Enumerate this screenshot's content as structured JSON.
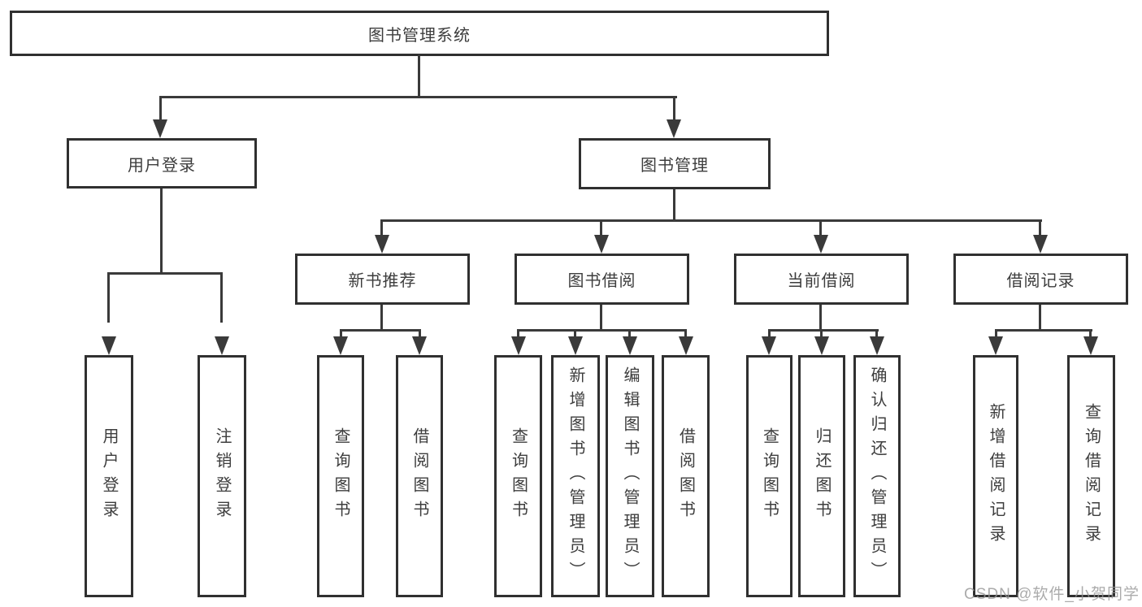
{
  "tree": {
    "root": {
      "label": "图书管理系统"
    },
    "branches": [
      {
        "label": "用户登录",
        "children": [
          {
            "label": "用户登录"
          },
          {
            "label": "注销登录"
          }
        ]
      },
      {
        "label": "图书管理",
        "children": [
          {
            "label": "新书推荐",
            "children": [
              {
                "label": "查询图书"
              },
              {
                "label": "借阅图书"
              }
            ]
          },
          {
            "label": "图书借阅",
            "children": [
              {
                "label": "查询图书"
              },
              {
                "label": "新增图书（管理员）"
              },
              {
                "label": "编辑图书（管理员）"
              },
              {
                "label": "借阅图书"
              }
            ]
          },
          {
            "label": "当前借阅",
            "children": [
              {
                "label": "查询图书"
              },
              {
                "label": "归还图书"
              },
              {
                "label": "确认归还（管理员）"
              }
            ]
          },
          {
            "label": "借阅记录",
            "children": [
              {
                "label": "新增借阅记录"
              },
              {
                "label": "查询借阅记录"
              }
            ]
          }
        ]
      }
    ]
  },
  "watermark": {
    "text": "CSDN @软件_小贺同学"
  },
  "colors": {
    "line": "#3a3a3a",
    "border": "#303030",
    "text": "#3d3d3d",
    "watermark": "#969696"
  }
}
